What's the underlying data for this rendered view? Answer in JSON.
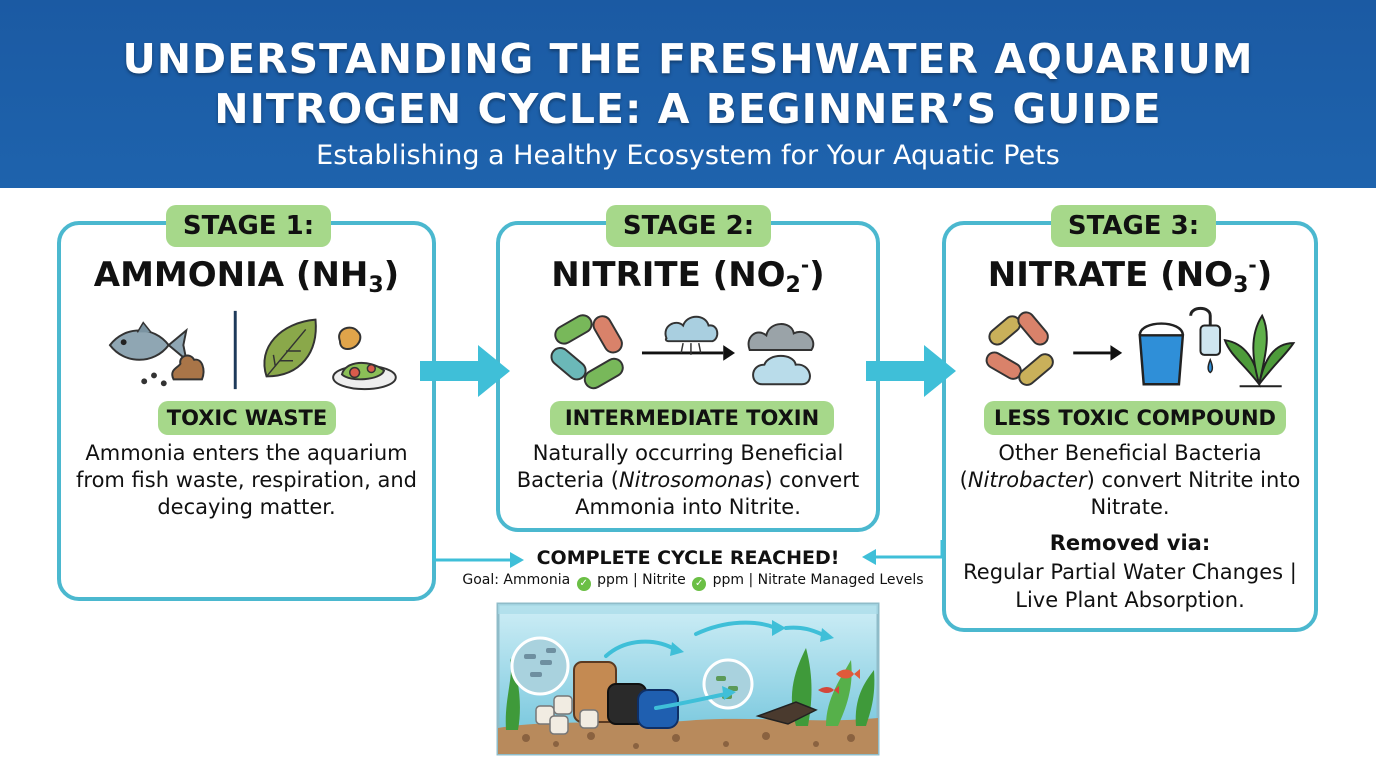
{
  "header": {
    "title_line1": "UNDERSTANDING THE FRESHWATER AQUARIUM",
    "title_line2": "NITROGEN CYCLE: A BEGINNER’S GUIDE",
    "subtitle": "Establishing a Healthy Ecosystem for Your Aquatic Pets"
  },
  "stages": [
    {
      "stage_label": "STAGE 1:",
      "name": "AMMONIA (NH",
      "name_sub": "3",
      "name_close": ")",
      "label": "TOXIC WASTE",
      "description": "Ammonia enters the aquarium from fish waste, respiration, and decaying matter."
    },
    {
      "stage_label": "STAGE 2:",
      "name": "NITRITE (NO",
      "name_sub": "2",
      "name_sup": "-",
      "name_close": ")",
      "label": "INTERMEDIATE TOXIN",
      "description_before": "Naturally occurring Beneficial Bacteria (",
      "description_italic": "Nitrosomonas",
      "description_after": ") convert Ammonia into Nitrite."
    },
    {
      "stage_label": "STAGE 3:",
      "name": "NITRATE (NO",
      "name_sub": "3",
      "name_sup": "-",
      "name_close": ")",
      "label": "LESS TOXIC COMPOUND",
      "description_before": "Other Beneficial Bacteria (",
      "description_italic": "Nitrobacter",
      "description_after": ") convert Nitrite into Nitrate.",
      "removed_title": "Removed via:",
      "removed_desc": "Regular Partial Water Changes | Live Plant Absorption."
    }
  ],
  "cycle": {
    "title": "COMPLETE CYCLE REACHED!",
    "goal_a": "Goal: Ammonia",
    "goal_b": "ppm | Nitrite",
    "goal_c": "ppm | Nitrate Managed Levels"
  },
  "colors": {
    "header_blue": "#1e5fa8",
    "card_border": "#4bb8cf",
    "pill_green": "#a6d88a",
    "check_green": "#6bbf45"
  }
}
